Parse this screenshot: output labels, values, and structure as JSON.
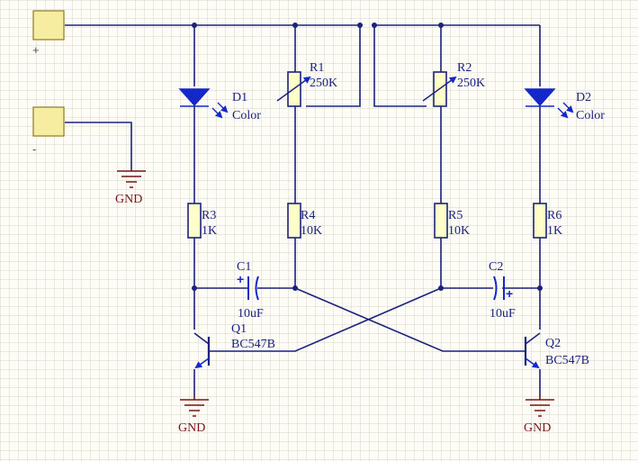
{
  "terminals": {
    "positive": {
      "sign": "+"
    },
    "negative": {
      "sign": "-"
    }
  },
  "ground_label": "GND",
  "components": {
    "D1": {
      "ref": "D1",
      "value": "Color"
    },
    "D2": {
      "ref": "D2",
      "value": "Color"
    },
    "R1": {
      "ref": "R1",
      "value": "250K"
    },
    "R2": {
      "ref": "R2",
      "value": "250K"
    },
    "R3": {
      "ref": "R3",
      "value": "1K"
    },
    "R4": {
      "ref": "R4",
      "value": "10K"
    },
    "R5": {
      "ref": "R5",
      "value": "10K"
    },
    "R6": {
      "ref": "R6",
      "value": "1K"
    },
    "C1": {
      "ref": "C1",
      "value": "10uF",
      "polarity": "+"
    },
    "C2": {
      "ref": "C2",
      "value": "10uF",
      "polarity": "+"
    },
    "Q1": {
      "ref": "Q1",
      "value": "BC547B"
    },
    "Q2": {
      "ref": "Q2",
      "value": "BC547B"
    }
  },
  "colors": {
    "wire": "#1a237e",
    "ground": "#7a1414",
    "led": "#1428c8",
    "pad": "#f7eda0",
    "background": "#fdfcf6"
  }
}
